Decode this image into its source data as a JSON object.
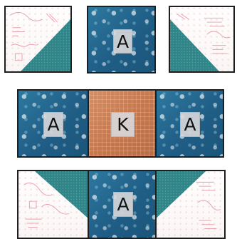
{
  "patches": {
    "top_center": "A",
    "middle_left": "A",
    "middle_center": "K",
    "middle_right": "A",
    "bottom_center": "A"
  },
  "colors": {
    "background": "#ffffff",
    "cream_fabric": "#fbf6f6",
    "teal_fabric": "#2f8587",
    "blue_fabric": "#205e86",
    "orange_fabric": "#c5784f",
    "label_bg": "#d8d8da",
    "outline": "#1f1f1f"
  }
}
